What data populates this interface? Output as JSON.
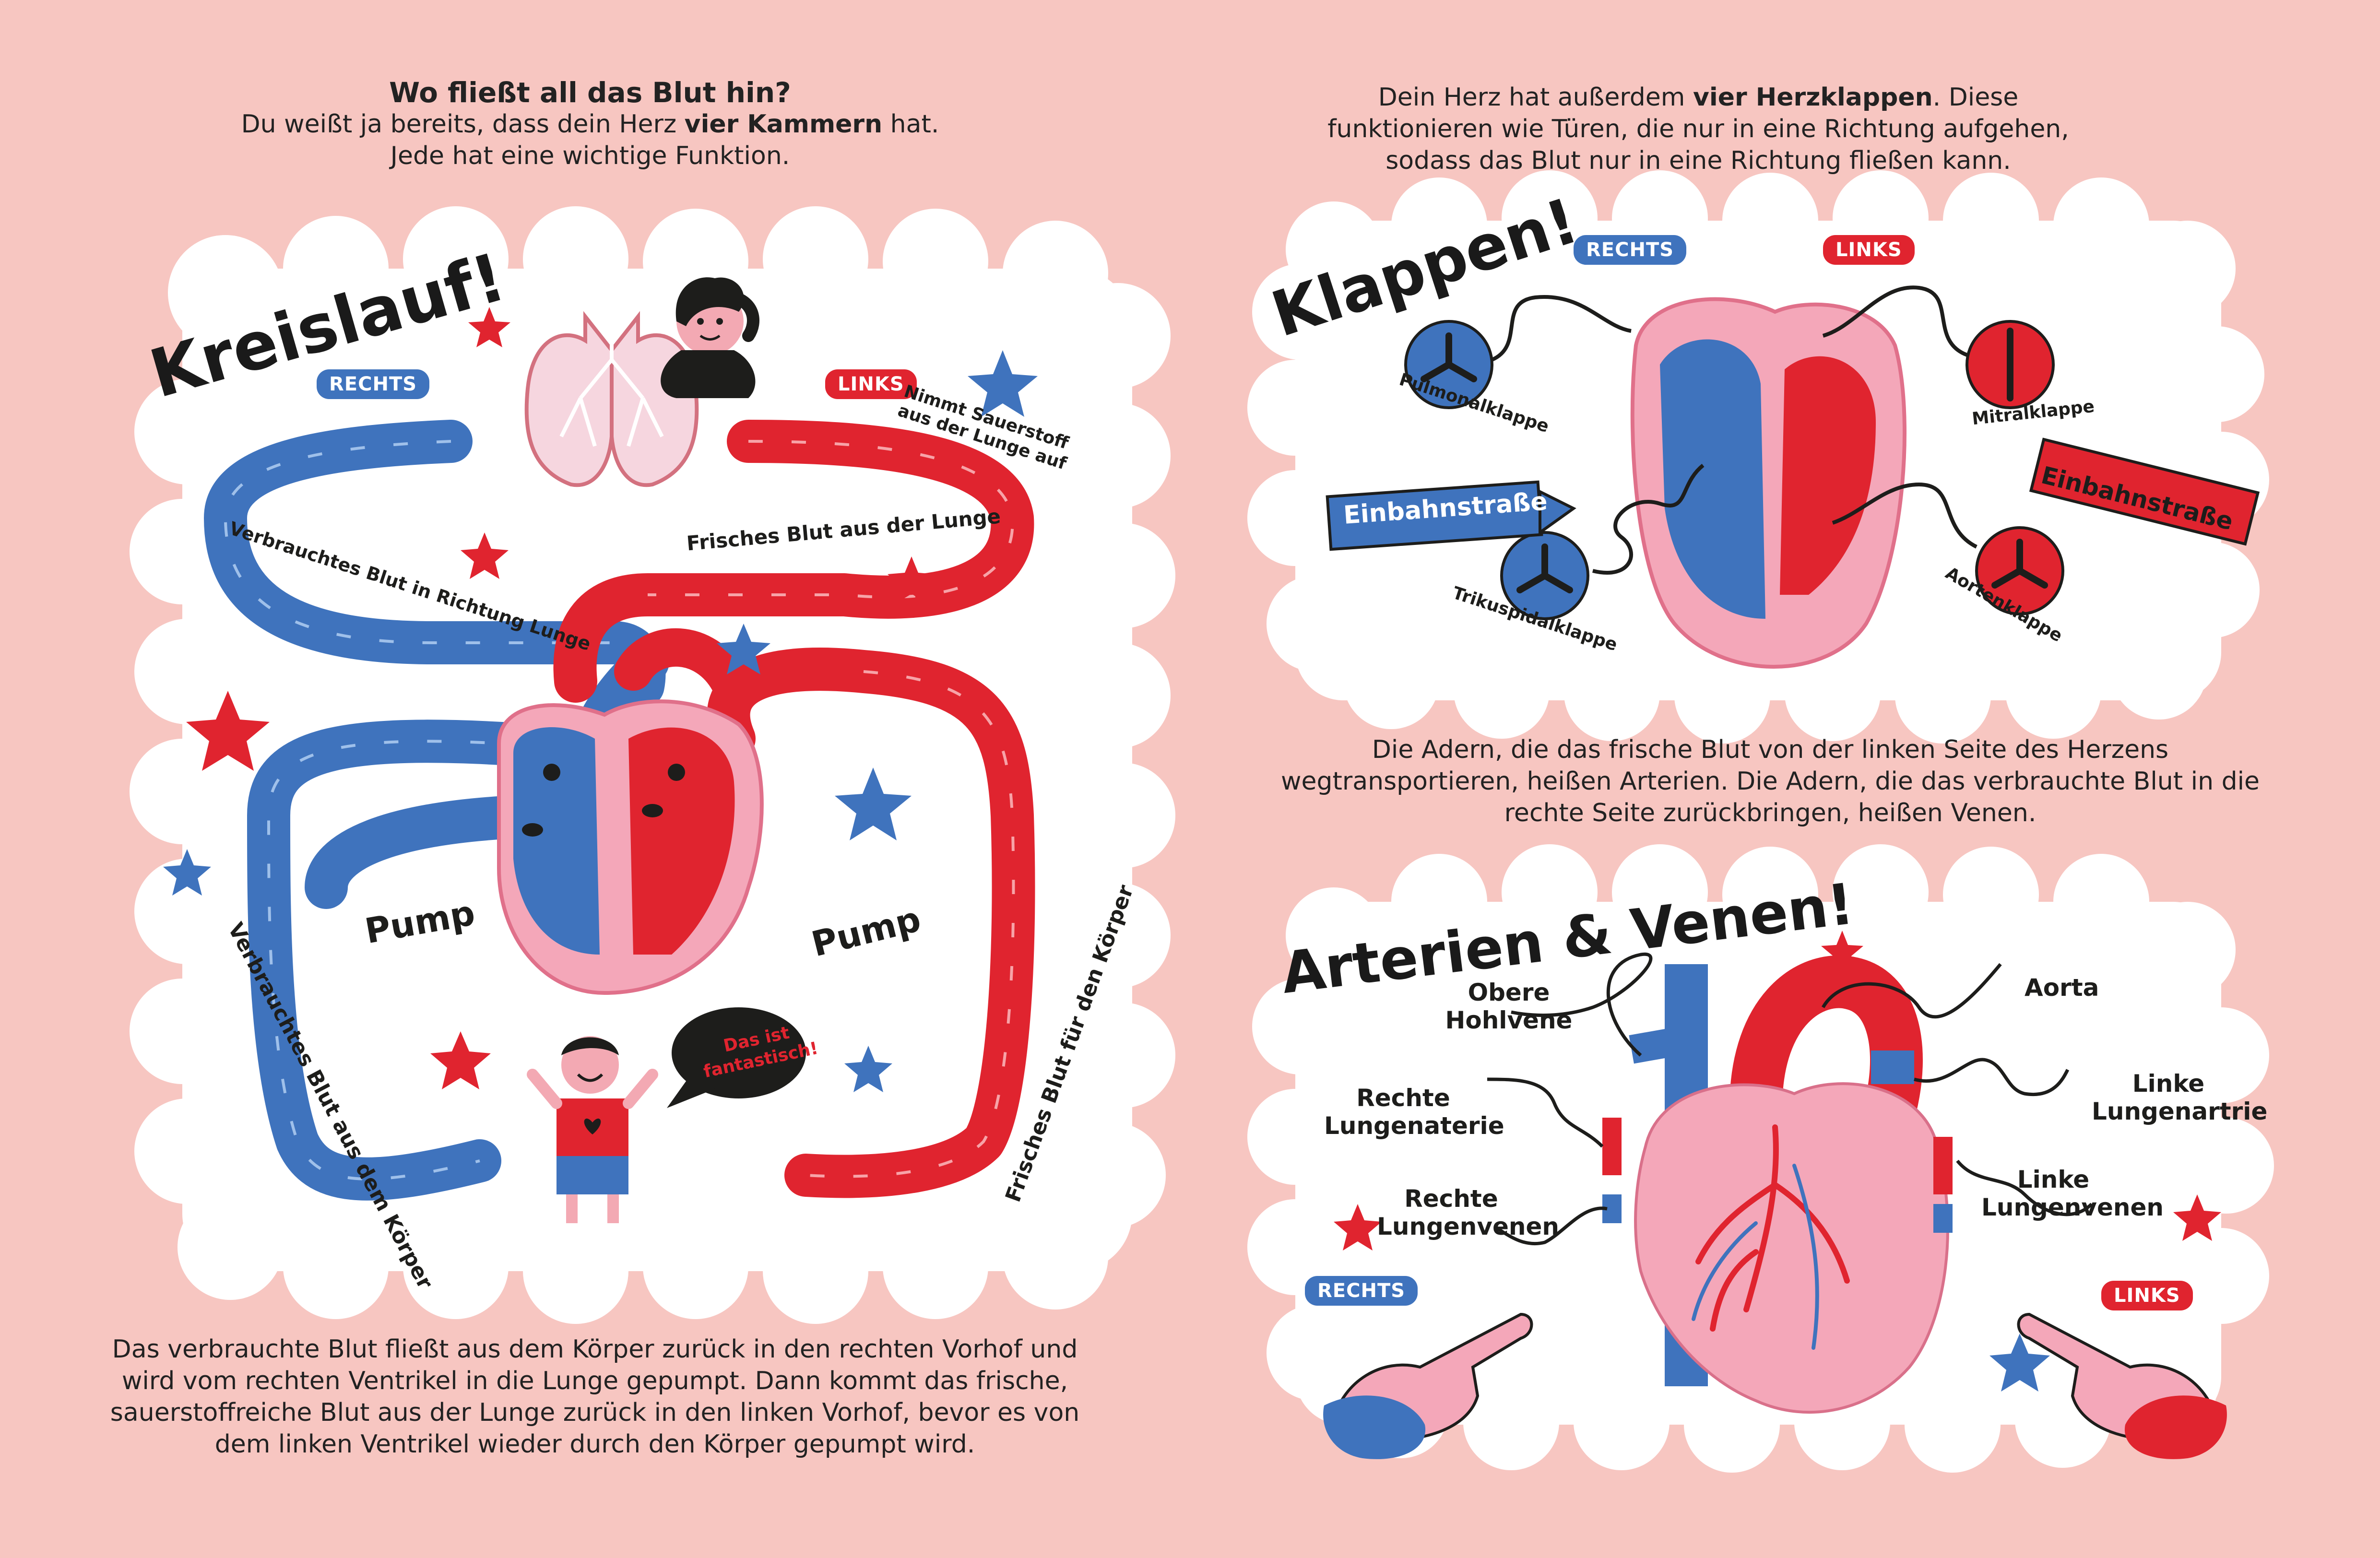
{
  "left": {
    "heading": "Wo fließt all das Blut hin?",
    "intro_line1_pre": "Du weißt ja bereits, dass dein Herz ",
    "intro_line1_bold": "vier Kammern",
    "intro_line1_post": " hat.",
    "intro_line2": "Jede hat eine wichtige Funktion.",
    "diagram": {
      "title": "Kreislauf!",
      "right_side_label": "RECHTS",
      "left_side_label": "LINKS",
      "oxygen_label_line1": "Nimmt Sauerstoff",
      "oxygen_label_line2": "aus der Lunge auf",
      "fresh_from_lung": "Frisches Blut aus der Lunge",
      "used_to_lung": "Verbrauchtes Blut in Richtung Lunge",
      "used_from_body": "Verbrauchtes Blut aus dem Körper",
      "fresh_to_body": "Frisches Blut für den Körper",
      "pump_left": "Pump",
      "pump_right": "Pump",
      "speech_line1": "Das ist",
      "speech_line2": "fantastisch!"
    },
    "footer": "Das verbrauchte Blut fließt aus dem Körper zurück in den rechten Vorhof und wird vom rechten Ventrikel in die Lunge gepumpt. Dann kommt das frische, sauerstoffreiche Blut aus der Lunge zurück in den linken Vorhof, bevor es von dem linken Ventrikel wieder durch den Körper gepumpt wird."
  },
  "right": {
    "valves_intro_pre": "Dein Herz hat außerdem ",
    "valves_intro_bold": "vier Herzklappen",
    "valves_intro_post": ". Diese funktionieren wie Türen, die nur in eine Richtung aufgehen, sodass das Blut nur in eine Richtung fließen kann.",
    "valves": {
      "title": "Klappen!",
      "right_side_label": "RECHTS",
      "left_side_label": "LINKS",
      "pulmonal": "Pulmonalklappe",
      "trikuspidal": "Trikuspidalklappe",
      "mitral": "Mitralklappe",
      "aorten": "Aortenklappe",
      "one_way_left": "Einbahnstraße",
      "one_way_right": "Einbahnstraße"
    },
    "vessels_intro": "Die Adern, die das frische Blut von der linken Seite des Herzens wegtransportieren, heißen Arterien. Die Adern, die das verbrauchte Blut in die rechte Seite zurückbringen, heißen Venen.",
    "vessels": {
      "title": "Arterien & Venen!",
      "obere_hohlvene": "Obere Hohlvene",
      "rechte_lungenaterie": "Rechte Lungenaterie",
      "rechte_lungenvenen": "Rechte Lungenvenen",
      "aorta": "Aorta",
      "linke_lungenartrie": "Linke Lungenartrie",
      "linke_lungenvenen": "Linke Lungenvenen",
      "right_side_label": "RECHTS",
      "left_side_label": "LINKS"
    }
  },
  "colors": {
    "background": "#f7c6c1",
    "blue": "#3f73bd",
    "red": "#e0242f",
    "pink": "#f4a7b9",
    "dark": "#1d1d1b"
  }
}
